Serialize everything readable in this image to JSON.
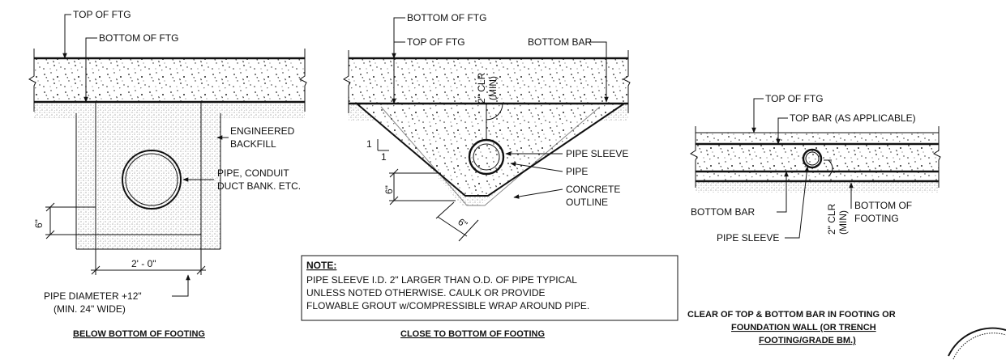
{
  "detail_a": {
    "title": "BELOW BOTTOM OF FOOTING",
    "top_of_ftg": "TOP OF FTG",
    "bottom_of_ftg": "BOTTOM OF FTG",
    "engineered_line1": "ENGINEERED",
    "engineered_line2": "BACKFILL",
    "pipe_line1": "PIPE, CONDUIT",
    "pipe_line2": "DUCT BANK. ETC.",
    "dim_6": "6\"",
    "dim_width": "2' - 0\"",
    "pipe_dia_line1": "PIPE DIAMETER +12\"",
    "pipe_dia_line2": "(MIN. 24\" WIDE)"
  },
  "detail_b": {
    "title": "CLOSE TO BOTTOM OF FOOTING",
    "bottom_of_ftg": "BOTTOM OF FTG",
    "top_of_ftg": "TOP OF FTG",
    "bottom_bar": "BOTTOM BAR",
    "clr_line1": "2\" CLR",
    "clr_line2": "(MIN)",
    "slope_v": "1",
    "slope_h": "1",
    "pipe_sleeve": "PIPE SLEEVE",
    "pipe": "PIPE",
    "concrete_line1": "CONCRETE",
    "concrete_line2": "OUTLINE",
    "dim_6_left": "6\"",
    "dim_6_bottom": "6\""
  },
  "note": {
    "heading": "NOTE:",
    "line1": "PIPE SLEEVE I.D. 2\" LARGER THAN O.D. OF PIPE TYPICAL",
    "line2": "UNLESS NOTED OTHERWISE. CAULK OR PROVIDE",
    "line3": "FLOWABLE GROUT w/COMPRESSIBLE WRAP AROUND PIPE."
  },
  "detail_c": {
    "title_line1": "CLEAR OF TOP & BOTTOM BAR IN FOOTING OR",
    "title_line2": "FOUNDATION WALL (OR TRENCH",
    "title_line3": "FOOTING/GRADE BM.)",
    "top_of_ftg": "TOP OF FTG",
    "top_bar": "TOP BAR (AS APPLICABLE)",
    "bottom_bar": "BOTTOM BAR",
    "bottom_of_line1": "BOTTOM OF",
    "bottom_of_line2": "FOOTING",
    "clr_line1": "2\" CLR",
    "clr_line2": "(MIN)",
    "pipe_sleeve": "PIPE SLEEVE"
  }
}
